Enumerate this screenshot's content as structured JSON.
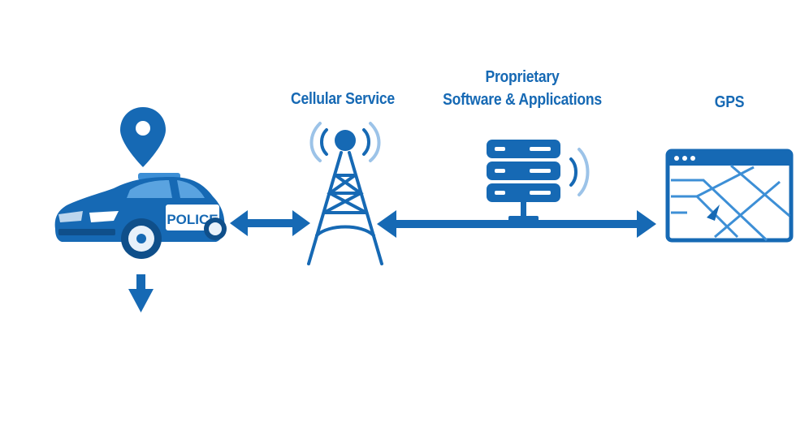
{
  "labels": {
    "cellular": "Cellular Service",
    "software_line1": "Proprietary",
    "software_line2": "Software & Applications",
    "gps": "GPS"
  },
  "car": {
    "badge_text": "POLICE"
  },
  "colors": {
    "primary": "#1669b4",
    "light": "#3d8fd6",
    "pale": "#bcd6ee"
  },
  "icons": [
    "location-pin-icon",
    "police-car-icon",
    "down-arrow-icon",
    "double-arrow-icon",
    "cell-tower-icon",
    "server-icon",
    "wireless-signal-icon",
    "gps-map-window-icon"
  ]
}
